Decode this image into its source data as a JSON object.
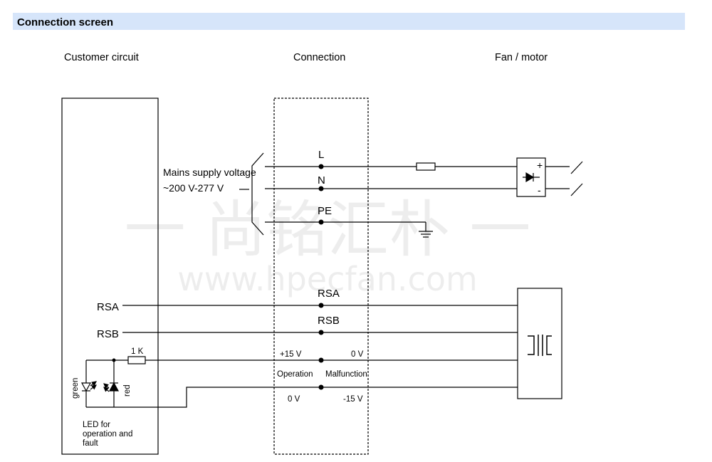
{
  "header": {
    "title": "Connection screen",
    "bg_color": "#d6e5fa"
  },
  "columns": {
    "customer": "Customer circuit",
    "connection": "Connection",
    "fan": "Fan / motor"
  },
  "mains": {
    "label_line1": "Mains supply voltage",
    "label_line2": "~200 V-277 V",
    "terminals": [
      "L",
      "N",
      "PE"
    ]
  },
  "bus": {
    "rsa": "RSA",
    "rsb": "RSB"
  },
  "status": {
    "resistor": "1 K",
    "plus15": "+15 V",
    "zero_top": "0 V",
    "operation": "Operation",
    "malfunction": "Malfunction",
    "zero_bottom": "0 V",
    "minus15": "-15 V"
  },
  "leds": {
    "green": "green",
    "red": "red",
    "caption": [
      "LED for",
      "operation and",
      "fault"
    ]
  },
  "motor": {
    "plus": "+",
    "minus": "-"
  },
  "watermark": {
    "cn": "一 尚铭汇朴 一",
    "url": "www.hpecfan.com"
  }
}
